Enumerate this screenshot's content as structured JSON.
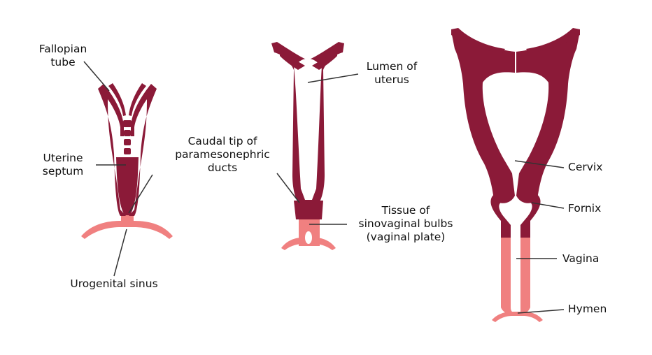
{
  "colors": {
    "uterine_tissue": "#8b1a38",
    "sinus_tissue": "#f08080",
    "leader_line": "#333333",
    "background": "#ffffff"
  },
  "labels": {
    "fallopian_tube": "Fallopian\ntube",
    "uterine_septum": "Uterine\nseptum",
    "caudal_tip": "Caudal tip of\nparamesonephric\nducts",
    "urogenital_sinus": "Urogenital sinus",
    "lumen_of_uterus": "Lumen of\nuterus",
    "tissue_of_bulbs": "Tissue of\nsinovaginal bulbs\n(vaginal plate)",
    "cervix": "Cervix",
    "fornix": "Fornix",
    "vagina": "Vagina",
    "hymen": "Hymen"
  }
}
